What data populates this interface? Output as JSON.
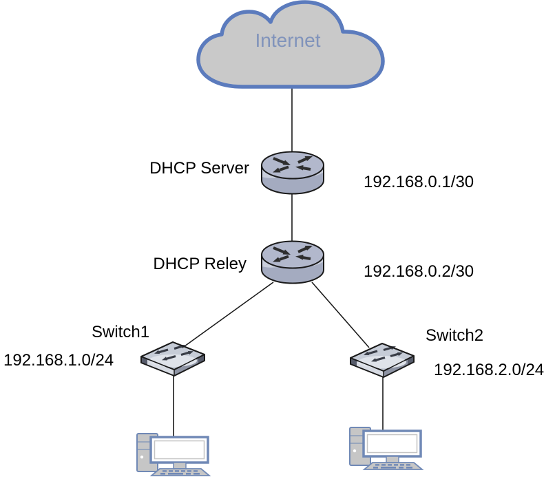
{
  "diagram": {
    "internet": {
      "label": "Internet"
    },
    "dhcp_server": {
      "label": "DHCP Server",
      "ip": "192.168.0.1/30"
    },
    "dhcp_relay": {
      "label": "DHCP Reley",
      "ip": "192.168.0.2/30"
    },
    "switch1": {
      "label": "Switch1",
      "subnet": "192.168.1.0/24"
    },
    "switch2": {
      "label": "Switch2",
      "subnet": "192.168.2.0/24"
    },
    "icons": {
      "cloud": "internet-cloud-icon",
      "router": "router-icon",
      "switch": "switch-icon",
      "computer": "desktop-computer-icon"
    },
    "colors": {
      "cloud_fill": "#c9c9c9",
      "cloud_stroke": "#5b7bbd",
      "internet_text": "#8093bb",
      "router_top": "#b2b8cc",
      "router_body": "#c9cedb",
      "router_shade": "#a4abc0",
      "switch_top": "#c6ccd7",
      "switch_highlight": "#dfe3ea",
      "switch_front_light": "#d7dbe3",
      "switch_front_dark": "#8d93a3",
      "switch_corner": "#565b6a",
      "pc_outline": "#7089b6",
      "pc_body": "#c6c6c6",
      "connector_line": "#1a1a1a",
      "label_text": "#000000"
    }
  }
}
